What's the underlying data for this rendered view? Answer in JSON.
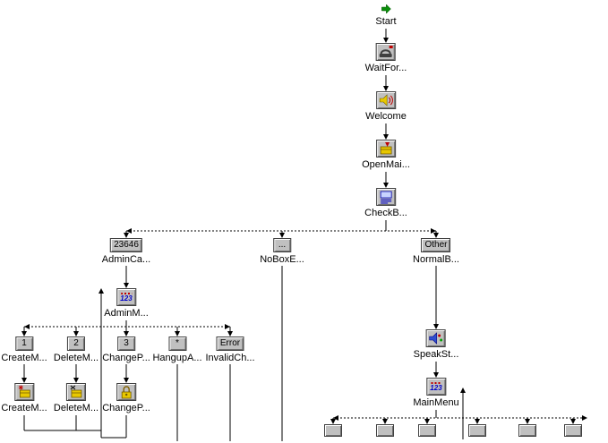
{
  "colors": {
    "background": "#ffffff",
    "line": "#000000",
    "button_face": "#c0c0c0",
    "icon_yellow": "#e8c800",
    "icon_blue": "#0000c8",
    "icon_red": "#c00000",
    "icon_green": "#0a8f0a"
  },
  "nodes": {
    "start": {
      "label": "Start"
    },
    "wait_for_call": {
      "label": "WaitFor..."
    },
    "welcome": {
      "label": "Welcome"
    },
    "open_mailbox": {
      "label": "OpenMai..."
    },
    "check_box": {
      "label": "CheckB..."
    },
    "admin_call": {
      "label": "AdminCa...",
      "condition": "23646"
    },
    "no_box": {
      "label": "NoBoxE...",
      "condition": "..."
    },
    "normal_box": {
      "label": "NormalB...",
      "condition": "Other"
    },
    "admin_menu": {
      "label": "AdminM...",
      "icon_text": "123"
    },
    "create_choice": {
      "label": "CreateM...",
      "condition": "1"
    },
    "delete_choice": {
      "label": "DeleteM...",
      "condition": "2"
    },
    "change_choice": {
      "label": "ChangeP...",
      "condition": "3"
    },
    "hangup_choice": {
      "label": "HangupA...",
      "condition": "*"
    },
    "invalid_choice": {
      "label": "InvalidCh...",
      "condition": "Error"
    },
    "create_mailbox": {
      "label": "CreateM..."
    },
    "delete_mailbox": {
      "label": "DeleteM..."
    },
    "change_password": {
      "label": "ChangeP..."
    },
    "speak_string": {
      "label": "SpeakSt..."
    },
    "main_menu": {
      "label": "MainMenu",
      "icon_text": "123"
    }
  }
}
